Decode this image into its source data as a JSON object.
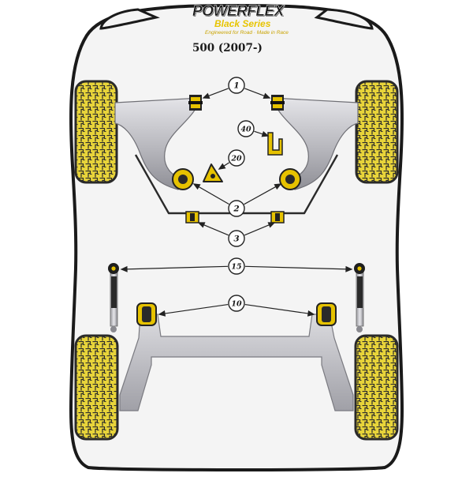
{
  "brand": {
    "name": "POWERFLEX",
    "series": "Black Series",
    "tagline": "Engineered for Road · Made in Race"
  },
  "model": "500 (2007-)",
  "callouts": [
    "1",
    "40",
    "20",
    "2",
    "3",
    "15",
    "10"
  ],
  "colors": {
    "tyre": "#e8d43a",
    "tyre_outline": "#2a2a2a",
    "bush": "#e6c200",
    "bush_dark": "#222222",
    "body_outline": "#1a1a1a",
    "suspension_gray": "#b9b9be",
    "floor": "#f4f4f4"
  }
}
